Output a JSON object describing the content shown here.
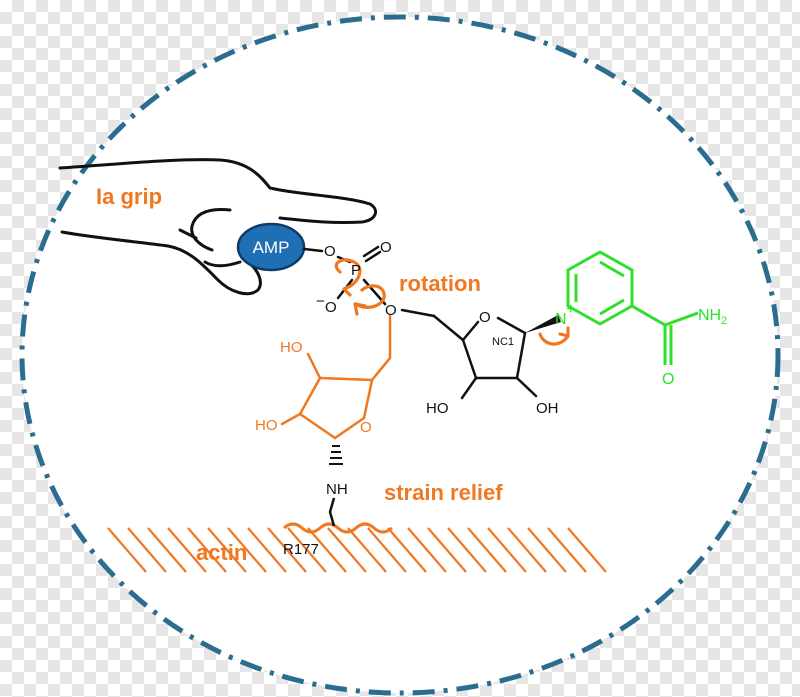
{
  "labels": {
    "grip": "Ia grip",
    "rotation": "rotation",
    "strain_relief": "strain relief",
    "actin": "actin",
    "residue": "R177",
    "amp": "AMP"
  },
  "atoms": {
    "o_amp": "O",
    "o_double": "O",
    "o_minus": "O",
    "minus": "−",
    "phosphorus": "P",
    "o_bridge": "O",
    "o_ring_right": "O",
    "nc1": "NC1",
    "n_plus": "N",
    "plus": "+",
    "nh2": "NH",
    "nh2_sub": "2",
    "o_amide": "O",
    "ho_top": "HO",
    "ho_mid": "HO",
    "o_ring_left": "O",
    "nh_link": "NH",
    "ho_right_1": "HO",
    "oh_right_2": "OH"
  },
  "colors": {
    "orange": "#f07820",
    "green": "#2ee02a",
    "amp_fill": "#1f6fb5",
    "circle_border": "#2a6d8f",
    "ink": "#111111"
  }
}
